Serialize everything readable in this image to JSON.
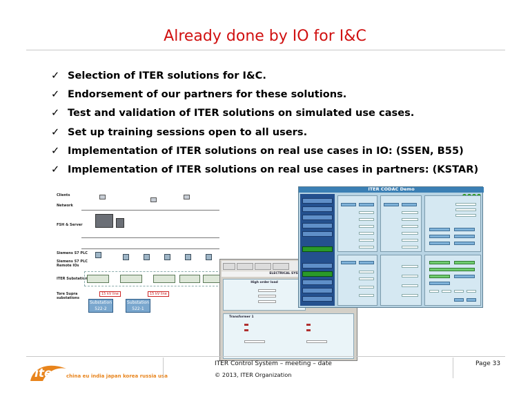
{
  "slide": {
    "title": "Already done by IO for I&C",
    "check_glyph": "✓",
    "bullets": [
      "Selection of ITER solutions for I&C.",
      "Endorsement of our partners for these solutions.",
      "Test and validation of  ITER solutions on simulated use cases.",
      "Set up training sessions open to all users.",
      "Implementation of  ITER solutions on real use cases in IO: (SSEN, B55)",
      "Implementation of  ITER solutions on real use cases in partners: (KSTAR)"
    ]
  },
  "network_diagram": {
    "labels": {
      "clients": "Clients",
      "network": "Network",
      "fsh_servers": "FSH & Server",
      "plc": "Siemens S7 PLC",
      "remote_ios": "Siemens S7 PLC\nRemote IOs",
      "iter_substations": "ITER Substations",
      "tore_supra": "Tore Supra\nsubstations",
      "kv_line_1": "15 kV line",
      "kv_line_2": "15 kV line",
      "substation_a": "Substation\n522-2",
      "substation_b": "Substation\n522-1"
    }
  },
  "codac_screen": {
    "title": "ITER CODAC Demo"
  },
  "electrical_screen": {
    "header": "ELECTRICAL SYSTEMS",
    "panel_1": "High order load",
    "panel_2": "Transformer 1"
  },
  "footer": {
    "logo_text": "iter",
    "tagline": "china eu india japan korea russia usa",
    "meeting": "ITER Control System – meeting – date",
    "copyright": "© 2013, ITER Organization",
    "page": "Page 33"
  },
  "colors": {
    "title": "#d01010",
    "logo_orange": "#e8841c",
    "codac_bar": "#3a7fb4"
  }
}
